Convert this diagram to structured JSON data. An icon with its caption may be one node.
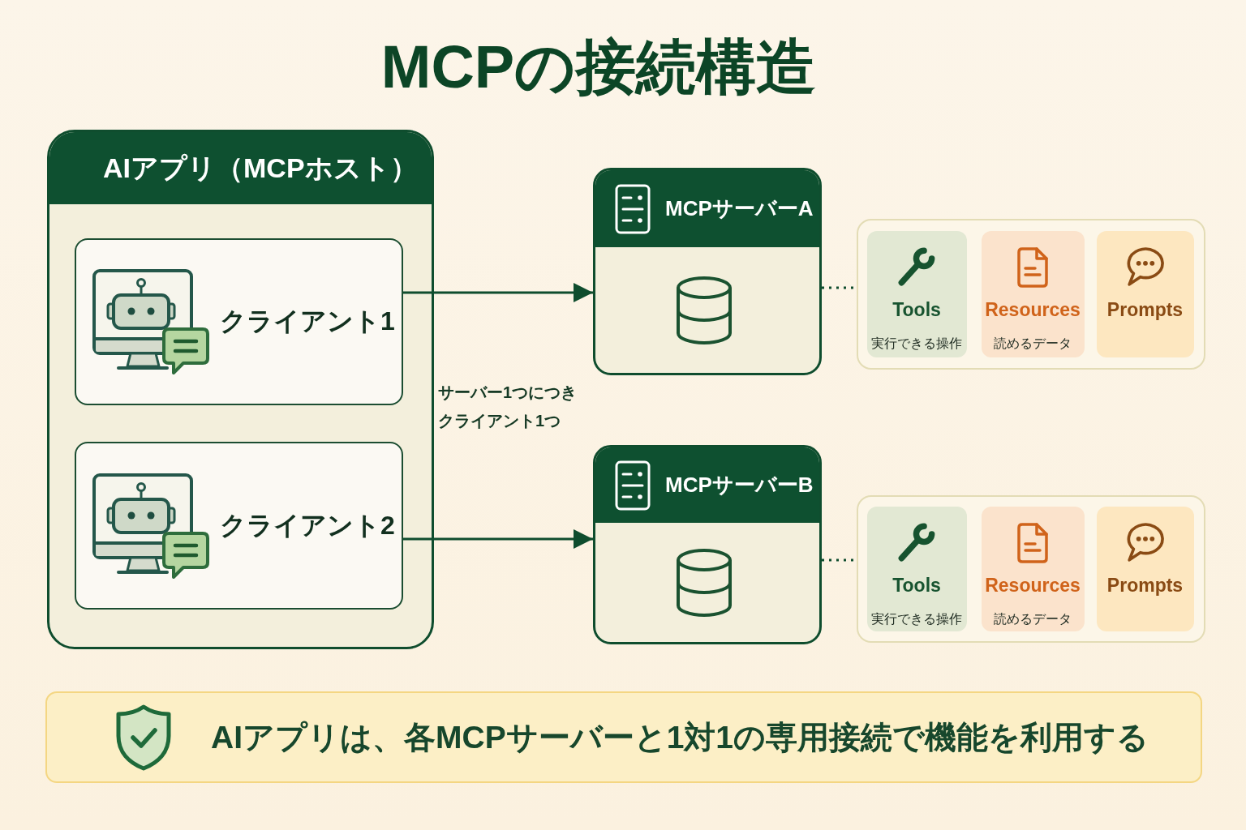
{
  "diagram": {
    "title": "MCPの接続構造",
    "nodes": [
      {
        "text": [
          "AIアプリ（MCPホスト）"
        ]
      },
      {
        "text": [
          "クライアント1"
        ],
        "in": 0
      },
      {
        "text": [
          "クライアント2"
        ],
        "in": 0
      },
      {
        "text": [
          "MCPサーバーA"
        ]
      },
      {
        "text": [
          "MCPサーバーB"
        ]
      },
      {
        "text": [],
        "shape": "box"
      },
      {
        "text": [
          "Tools",
          "実行できる操作"
        ],
        "in": 5
      },
      {
        "text": [
          "Resources",
          "読めるデータ"
        ],
        "in": 5
      },
      {
        "text": [
          "Prompts"
        ],
        "in": 5
      },
      {
        "text": [],
        "shape": "box"
      },
      {
        "text": [
          "Tools",
          "実行できる操作"
        ],
        "in": 9
      },
      {
        "text": [
          "Resources",
          "読めるデータ"
        ],
        "in": 9
      },
      {
        "text": [
          "Prompts"
        ],
        "in": 9
      },
      {
        "text": [
          "AIアプリは、各MCPサーバーと1対1の専用接続で機能を利用する"
        ]
      }
    ],
    "edges": [
      {
        "from": 1,
        "to": 3,
        "arrow": "to"
      },
      {
        "from": 2,
        "to": 4,
        "arrow": "to"
      },
      {
        "from": 3,
        "to": 5,
        "arrow": "none",
        "style": "dashed"
      },
      {
        "from": 4,
        "to": 9,
        "arrow": "none",
        "style": "dashed"
      }
    ],
    "labels": [
      "サーバー1つにつきクライアント1つ"
    ]
  }
}
